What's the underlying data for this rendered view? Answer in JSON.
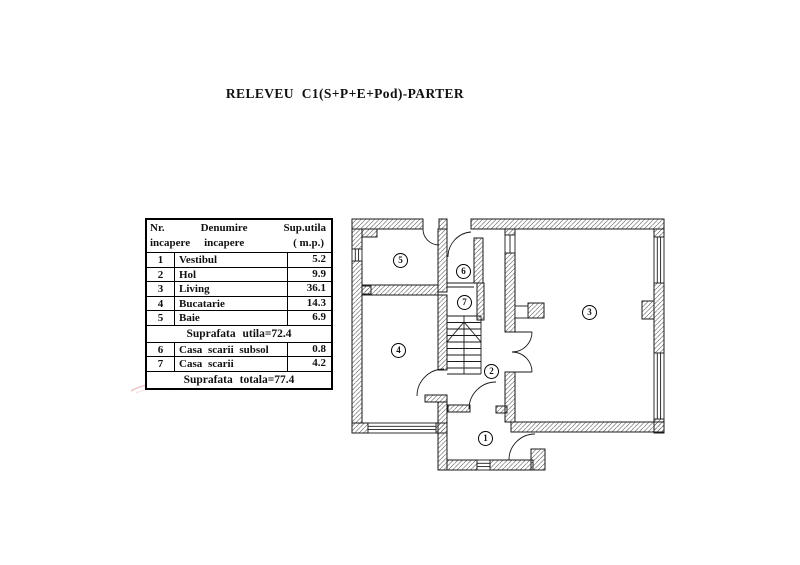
{
  "title": "RELEVEU C1(S+P+E+Pod)-PARTER",
  "colors": {
    "ink": "#1a1a1a",
    "hatch": "#555555",
    "stamp_fragment": "#d98c8c"
  },
  "table": {
    "header": {
      "nr_line1": "Nr.",
      "nr_line2": "incapere",
      "den_line1": "Denumire",
      "den_line2": "incapere",
      "sup_line1": "Sup.utila",
      "sup_line2": "( m.p.)"
    },
    "rows": [
      {
        "nr": "1",
        "name": "Vestibul",
        "area": "5.2"
      },
      {
        "nr": "2",
        "name": "Hol",
        "area": "9.9"
      },
      {
        "nr": "3",
        "name": "Living",
        "area": "36.1"
      },
      {
        "nr": "4",
        "name": "Bucatarie",
        "area": "14.3"
      },
      {
        "nr": "5",
        "name": "Baie",
        "area": "6.9"
      }
    ],
    "subtotal": "Suprafata utila=72.4",
    "rows2": [
      {
        "nr": "6",
        "name": "Casa scarii subsol",
        "area": "0.8"
      },
      {
        "nr": "7",
        "name": "Casa scarii",
        "area": "4.2"
      }
    ],
    "total": "Suprafata totala=77.4"
  },
  "plan": {
    "rooms": [
      {
        "num": "1"
      },
      {
        "num": "2"
      },
      {
        "num": "3"
      },
      {
        "num": "4"
      },
      {
        "num": "5"
      },
      {
        "num": "6"
      },
      {
        "num": "7"
      }
    ]
  }
}
